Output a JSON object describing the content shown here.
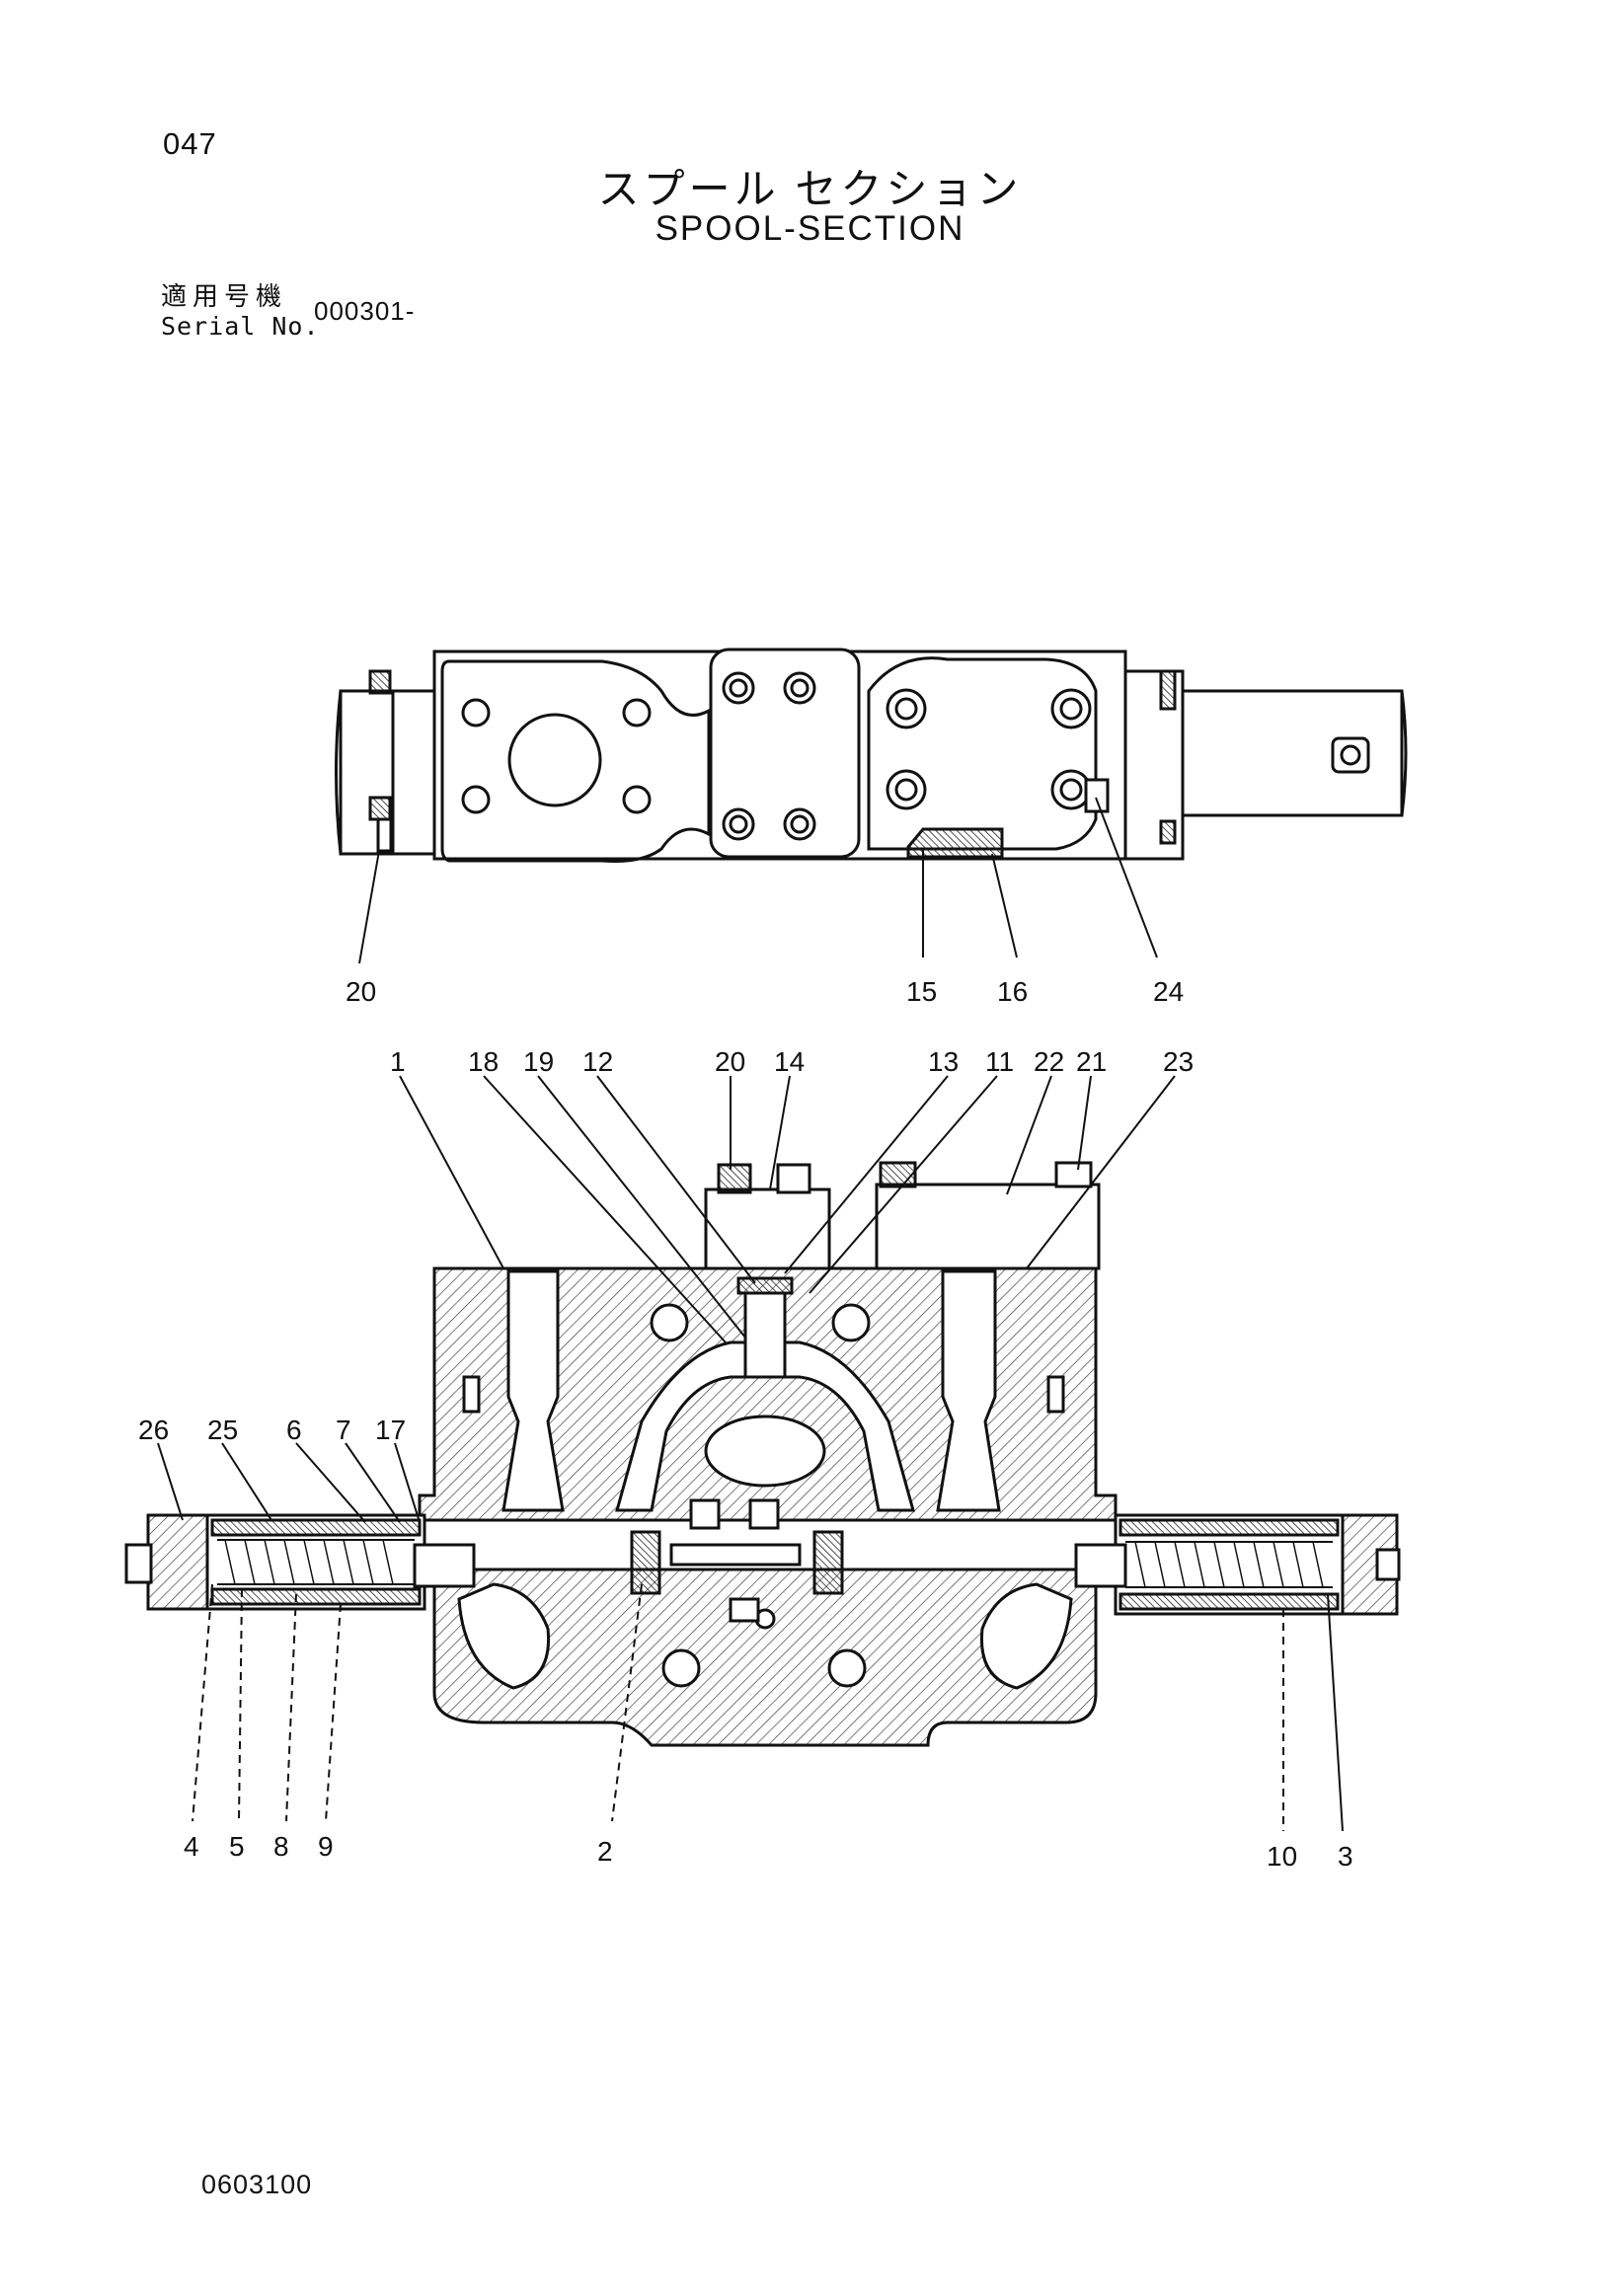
{
  "header": {
    "page_number": "047",
    "title_jp": "スプール セクション",
    "title_en": "SPOOL-SECTION",
    "serial_label_jp": "適用号機",
    "serial_label_en": "Serial No.",
    "serial_value": "000301-"
  },
  "top_view_callouts": [
    "20",
    "15",
    "16",
    "24"
  ],
  "section_top_callouts": [
    "1",
    "18",
    "19",
    "12",
    "20",
    "14",
    "13",
    "11",
    "22",
    "21",
    "23"
  ],
  "section_left_callouts": [
    "26",
    "25",
    "6",
    "7",
    "17"
  ],
  "section_bottom_callouts": [
    "4",
    "5",
    "8",
    "9",
    "2",
    "10",
    "3"
  ],
  "footer": {
    "doc_code": "0603100"
  }
}
